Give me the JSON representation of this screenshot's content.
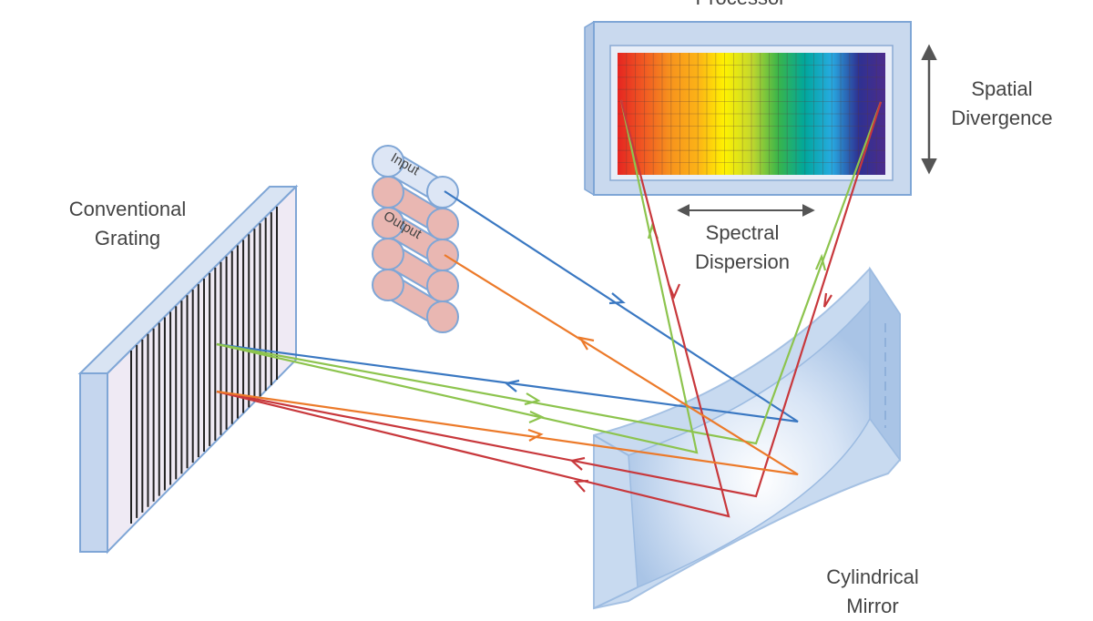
{
  "labels": {
    "processor": "Processor",
    "spatial_line1": "Spatial",
    "spatial_line2": "Divergence",
    "spectral_line1": "Spectral",
    "spectral_line2": "Dispersion",
    "grating_line1": "Conventional",
    "grating_line2": "Grating",
    "mirror_line1": "Cylindrical",
    "mirror_line2": "Mirror",
    "fiber_input": "Input",
    "fiber_output": "Output"
  },
  "colors": {
    "outline": "#7fa6d6",
    "panel_fill": "#c9d9ee",
    "grating_face": "#efeaf4",
    "mirror_fill": "#b8d0ec",
    "fiber_fill": "#e9b7b2",
    "fiber_input_fill": "#dde6f5",
    "beam_blue": "#3a78c2",
    "beam_orange": "#ec7a2a",
    "beam_green": "#8dc44e",
    "beam_red": "#c8383c",
    "arrow_gray": "#555555",
    "text": "#444444"
  },
  "spectrum": [
    "#e52521",
    "#f15a22",
    "#f7941d",
    "#fcb316",
    "#fff200",
    "#c4d82d",
    "#39b54a",
    "#00a79d",
    "#27aae1",
    "#2e3192",
    "#4b2c8c"
  ]
}
